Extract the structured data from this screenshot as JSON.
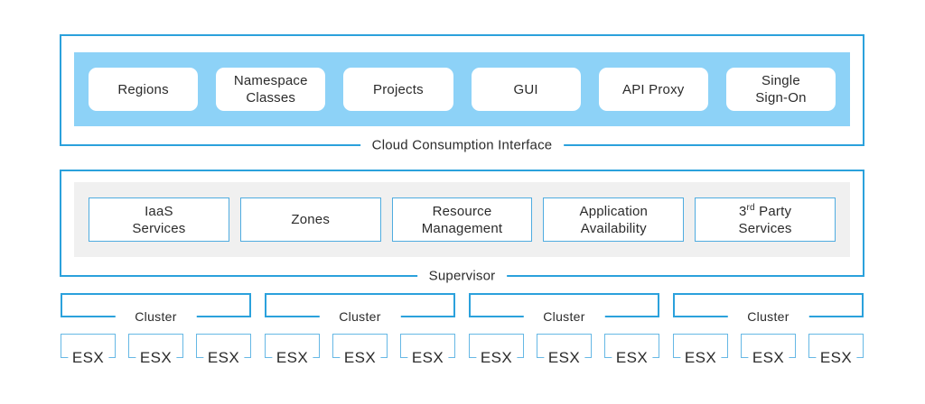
{
  "colors": {
    "section_border": "#2BA1DC",
    "blue_band": "#8DD2F7",
    "gray_band": "#F0F0F0",
    "card_border": "#4FACE0",
    "esx_border": "#66B8E5",
    "text": "#2B2B2B",
    "card_bg": "#FFFFFF"
  },
  "cloud_layer": {
    "label": "Cloud Consumption Interface",
    "items": [
      {
        "line1": "Regions"
      },
      {
        "line1": "Namespace",
        "line2": "Classes"
      },
      {
        "line1": "Projects"
      },
      {
        "line1": "GUI"
      },
      {
        "line1": "API Proxy"
      },
      {
        "line1": "Single",
        "line2": "Sign-On"
      }
    ]
  },
  "supervisor_layer": {
    "label": "Supervisor",
    "items": [
      {
        "line1": "IaaS",
        "line2": "Services"
      },
      {
        "line1": "Zones"
      },
      {
        "line1": "Resource",
        "line2": "Management"
      },
      {
        "line1": "Application",
        "line2": "Availability"
      },
      {
        "line1_pre": "3",
        "line1_sup": "rd",
        "line1_post": " Party",
        "line2": "Services"
      }
    ]
  },
  "infrastructure": {
    "clusters": [
      {
        "label": "Cluster",
        "hosts": [
          "ESX",
          "ESX",
          "ESX"
        ]
      },
      {
        "label": "Cluster",
        "hosts": [
          "ESX",
          "ESX",
          "ESX"
        ]
      },
      {
        "label": "Cluster",
        "hosts": [
          "ESX",
          "ESX",
          "ESX"
        ]
      },
      {
        "label": "Cluster",
        "hosts": [
          "ESX",
          "ESX",
          "ESX"
        ]
      }
    ]
  }
}
